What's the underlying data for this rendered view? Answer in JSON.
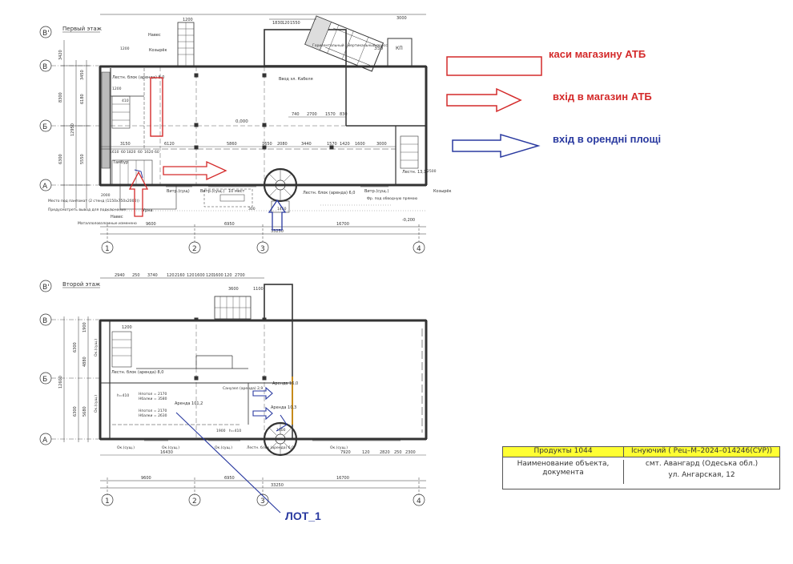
{
  "floor1": {
    "title": "Первый этаж",
    "axes_rows": [
      "В'",
      "В",
      "Б",
      "А"
    ],
    "axes_cols": [
      "1",
      "2",
      "3",
      "4"
    ],
    "spans_bottom": [
      "9600",
      "6950",
      "16700"
    ],
    "total_bottom": "33250",
    "top_dims": [
      "1830",
      "120",
      "1550",
      "3000"
    ],
    "left_dims": [
      "3420",
      "8300",
      "6180",
      "12950",
      "6300",
      "5550",
      "3450"
    ],
    "inner_dims": [
      "3150",
      "6120",
      "5860",
      "1650",
      "2080",
      "3440",
      "1570",
      "1420",
      "1600",
      "3000"
    ],
    "inner_dims2": [
      "740",
      "2700",
      "1570",
      "830"
    ],
    "small_dims": [
      "1610",
      "60",
      "1820",
      "60",
      "1620",
      "60"
    ],
    "labels": {
      "navis": "Навес",
      "kozyrek": "Козырёк",
      "kozyrek2": "Козырёк",
      "lestn1": "Лестн. блок (аренда) 8,0",
      "vvod": "Ввод эл. Кабеля",
      "press": "Горизонтальный / Вертикальный пресс",
      "level0": "0,000",
      "tambur": "Тамбур",
      "vitr1": "Витр.(сущ)",
      "vitr2": "Витр.(сущ.)",
      "vitr3": "Витр.(сущ.)",
      "mest": "10 мест",
      "lestn2": "Лестн. блок (аренда) 6,0",
      "lestn3": "Лестн. 13,1",
      "urna": "Урна",
      "navis2": "Навес",
      "note1": "Место под пантомат (2 стенд (1150х750х2000))",
      "note2": "Предусмотреть вывод для подключения",
      "note3": "Маталлоловзломные изменено",
      "note4": "Фр. под обводную прямою",
      "level_m": "-0,200",
      "kp": "КП",
      "n350": "350",
      "n1450": "1450",
      "n300": "300",
      "n1200a": "1200",
      "n1200b": "1200",
      "n1200c": "1200",
      "n410": "410",
      "n2000": "2000",
      "n2500": "2500"
    }
  },
  "floor2": {
    "title": "Второй этаж",
    "axes_rows": [
      "В'",
      "В",
      "Б",
      "А"
    ],
    "axes_cols": [
      "1",
      "2",
      "3",
      "4"
    ],
    "spans_bottom": [
      "9600",
      "6950",
      "16700"
    ],
    "total_bottom": "33250",
    "top_dims": [
      "2940",
      "250",
      "3740",
      "120",
      "2160",
      "120",
      "1600",
      "120",
      "1600",
      "120",
      "2700"
    ],
    "left_dims": [
      "1900",
      "6300",
      "4880",
      "12600",
      "6300",
      "5680"
    ],
    "bottom_inner": [
      "16430",
      "7920",
      "120",
      "2820",
      "250",
      "2300"
    ],
    "labels": {
      "n3600": "3600",
      "n1100": "1100",
      "lestn1": "Лестн. блок (аренда) 8,0",
      "ok1": "Ок.(сущ.)",
      "ok2": "Ок.(сущ.)",
      "ok3": "Ок.(сущ.)",
      "ok4": "Ок.(сущ.)",
      "ok5": "Ок.(сущ.)",
      "ok6": "Ок.(сущ.)",
      "h1": "h=410",
      "h2": "h=410",
      "ceil1": "Нпотол = 2170",
      "beam1": "Нбалки = 3580",
      "ceil2": "Нпотол = 2170",
      "beam2": "Нбалки = 2630",
      "arenda101": "Аренда 101,2",
      "sanuzel": "Санузел (аренда) 2,9",
      "arenda16": "Аренда 16,0",
      "arenda10": "Аренда 10,3",
      "lestn2": "Лестн. блок (аренда) 6,0",
      "n1300": "1300",
      "n1200": "1200",
      "n1900": "1900"
    }
  },
  "legend": {
    "kasy": "каси магазину АТБ",
    "vhid_atb": "вхід в магазин АТБ",
    "vhid_orenda": "вхід в орендні площі",
    "red": "#d42a2a",
    "blue": "#2a3aa0"
  },
  "stamp": {
    "product": "Продукты 1044",
    "status": "Існуючий ( Рец–М–2024–014246(СУР))",
    "name_label": "Наименование объекта, документа",
    "place": "смт. Авангард (Одеська обл.)",
    "street": "ул. Ангарская, 12",
    "highlight": "#ffff33"
  },
  "lot": "ЛОТ_1"
}
